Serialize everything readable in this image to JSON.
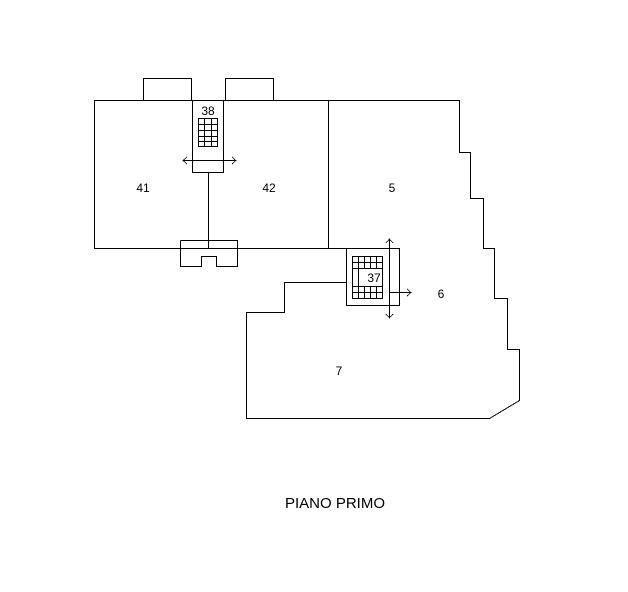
{
  "floor_title": "PIANO PRIMO",
  "rooms": [
    {
      "id": "41",
      "label": "41"
    },
    {
      "id": "42",
      "label": "42"
    },
    {
      "id": "5",
      "label": "5"
    },
    {
      "id": "6",
      "label": "6"
    },
    {
      "id": "7",
      "label": "7"
    },
    {
      "id": "37",
      "label": "37"
    },
    {
      "id": "38",
      "label": "38"
    }
  ],
  "colors": {
    "line": "#000000",
    "background": "#ffffff"
  }
}
